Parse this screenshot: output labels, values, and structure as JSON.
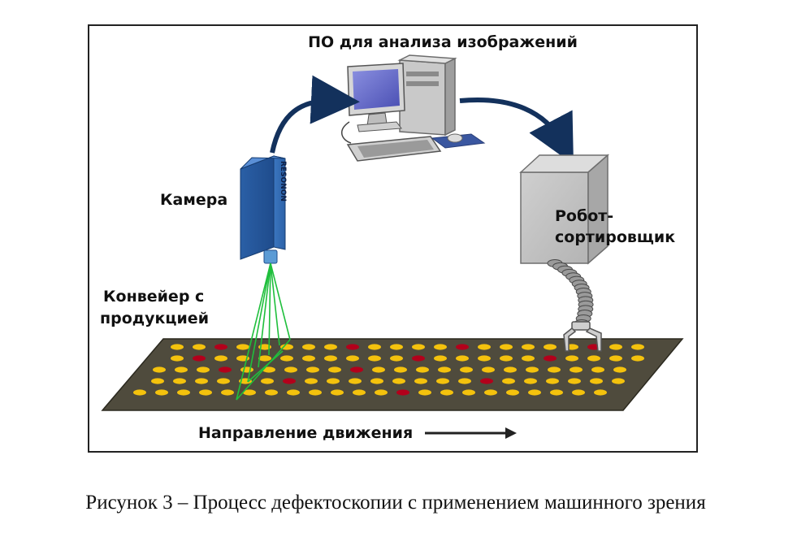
{
  "diagram": {
    "software_label": "ПО для анализа изображений",
    "camera_label": "Камера",
    "camera_brand": "RESONON",
    "robot_label_line1": "Робот-",
    "robot_label_line2": "сортировщик",
    "conveyor_label_line1": "Конвейер с",
    "conveyor_label_line2": "продукцией",
    "direction_label": "Направление движения",
    "colors": {
      "conveyor": "#4f4b3d",
      "good_item": "#f4c20d",
      "defect_item": "#b3001b",
      "camera_body": "#2e63a8",
      "beam": "#1fbf3c",
      "robot_box": "#bdbdbd",
      "arrow": "#13315c"
    }
  },
  "caption": "Рисунок 3 – Процесс дефектоскопии с применением машинного зрения"
}
